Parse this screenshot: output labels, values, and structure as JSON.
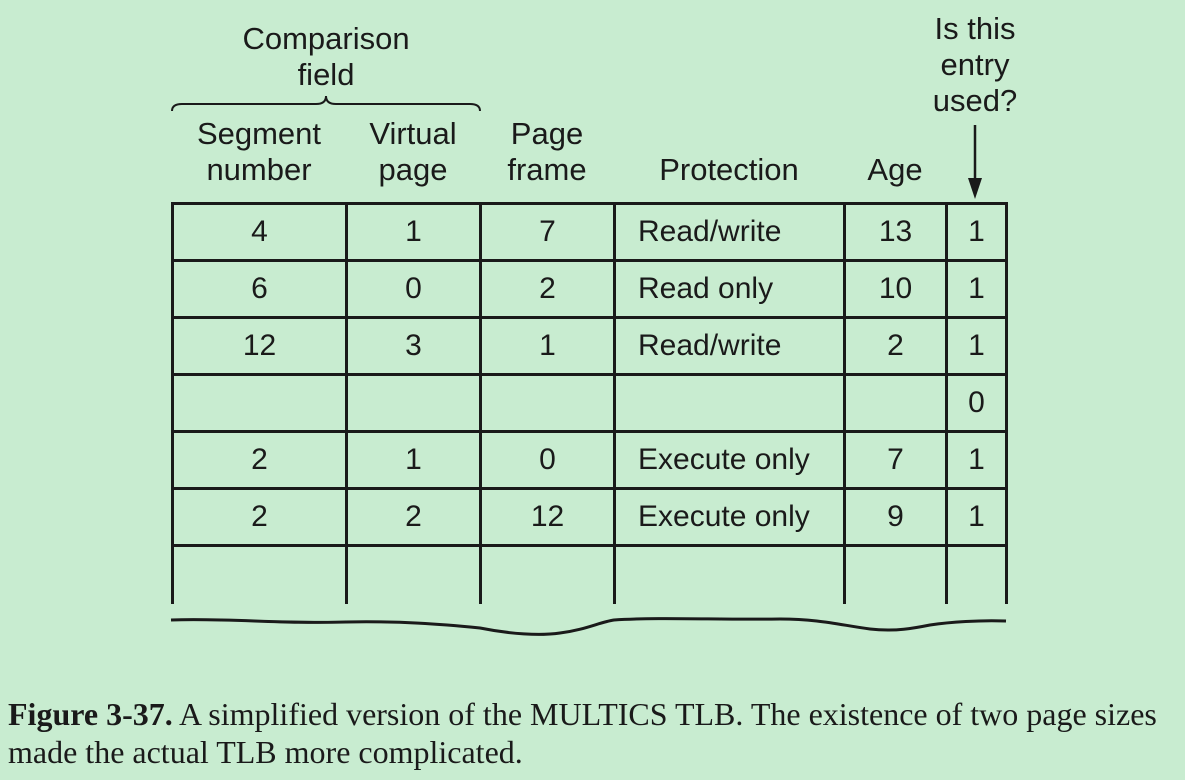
{
  "headers": {
    "comparison_field": [
      "Comparison",
      "field"
    ],
    "segment_number": [
      "Segment",
      "number"
    ],
    "virtual_page": [
      "Virtual",
      "page"
    ],
    "page_frame": [
      "Page",
      "frame"
    ],
    "protection": "Protection",
    "age": "Age",
    "used": [
      "Is this",
      "entry",
      "used?"
    ]
  },
  "rows": [
    {
      "segment": "4",
      "vpage": "1",
      "frame": "7",
      "protection": "Read/write",
      "age": "13",
      "used": "1"
    },
    {
      "segment": "6",
      "vpage": "0",
      "frame": "2",
      "protection": "Read only",
      "age": "10",
      "used": "1"
    },
    {
      "segment": "12",
      "vpage": "3",
      "frame": "1",
      "protection": "Read/write",
      "age": "2",
      "used": "1"
    },
    {
      "segment": "",
      "vpage": "",
      "frame": "",
      "protection": "",
      "age": "",
      "used": "0"
    },
    {
      "segment": "2",
      "vpage": "1",
      "frame": "0",
      "protection": "Execute only",
      "age": "7",
      "used": "1"
    },
    {
      "segment": "2",
      "vpage": "2",
      "frame": "12",
      "protection": "Execute only",
      "age": "9",
      "used": "1"
    }
  ],
  "caption": {
    "label": "Figure 3-37.",
    "text": "A simplified version of the MULTICS TLB. The existence of two page sizes made the actual TLB more complicated."
  }
}
